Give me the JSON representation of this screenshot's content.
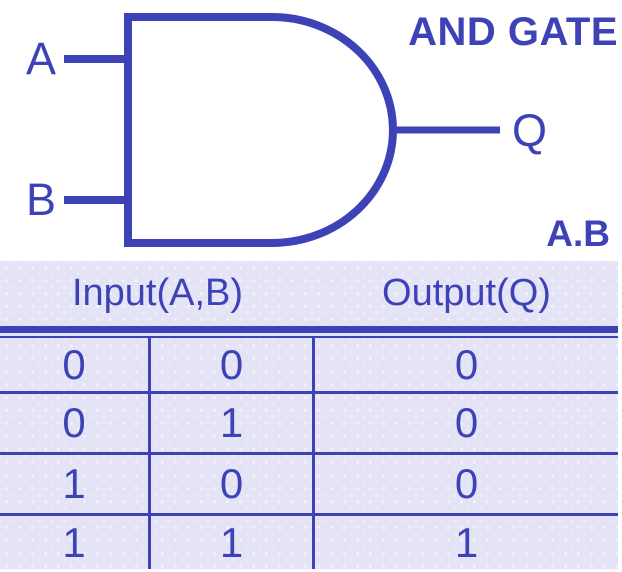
{
  "colors": {
    "ink": "#3d43b7",
    "panel_background": "#e4e4f6",
    "canvas_background": "#ffffff"
  },
  "diagram": {
    "title": "AND GATE",
    "input_labels": {
      "a": "A",
      "b": "B"
    },
    "output_label": "Q",
    "expression": "A.B"
  },
  "truth_table": {
    "input_header": "Input(A,B)",
    "output_header": "Output(Q)",
    "rows": [
      {
        "a": "0",
        "b": "0",
        "q": "0"
      },
      {
        "a": "0",
        "b": "1",
        "q": "0"
      },
      {
        "a": "1",
        "b": "0",
        "q": "0"
      },
      {
        "a": "1",
        "b": "1",
        "q": "1"
      }
    ]
  }
}
